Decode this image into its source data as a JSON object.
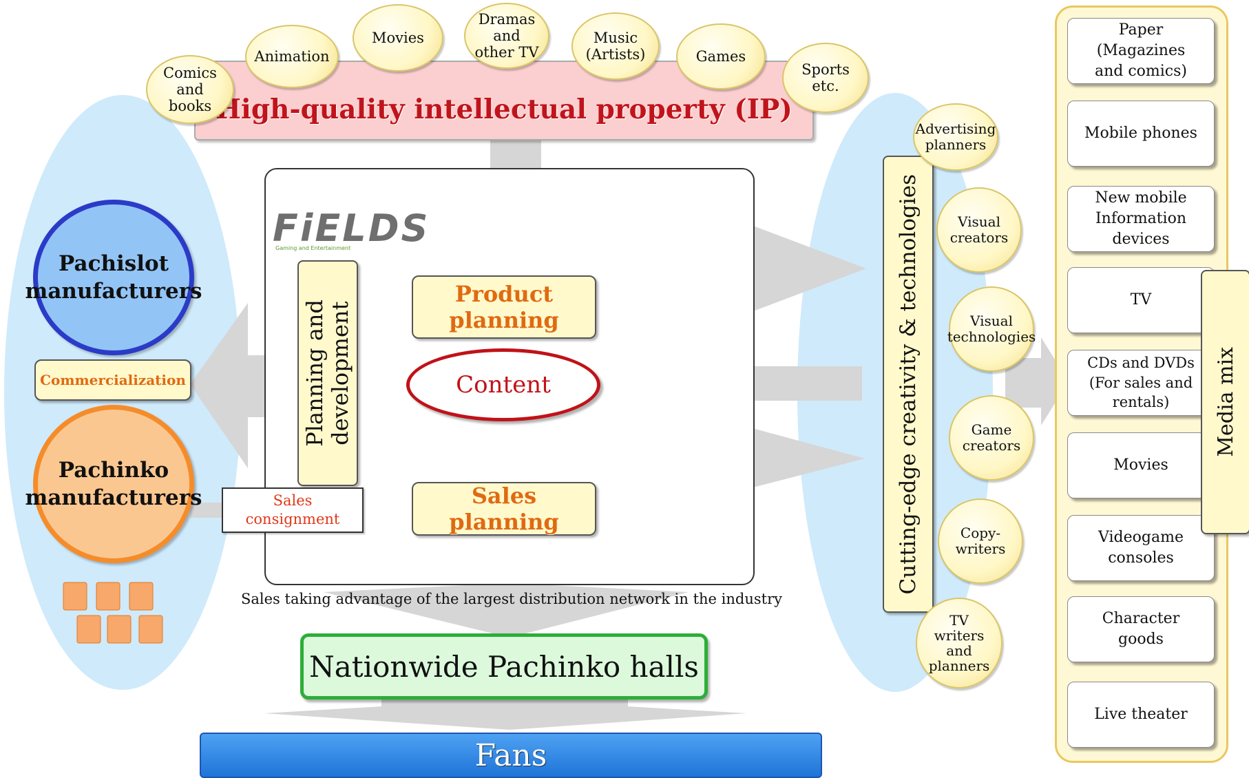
{
  "ip": {
    "title": "High-quality intellectual property (IP)",
    "sources": [
      "Comics\nand\nbooks",
      "Animation",
      "Movies",
      "Dramas\nand\nother TV",
      "Music\n(Artists)",
      "Games",
      "Sports\netc."
    ]
  },
  "fields": {
    "logo": "FiELDS",
    "logo_tagline": "Gaming and Entertainment",
    "planning_development": "Planning and\ndevelopment",
    "product_planning": "Product\nplanning",
    "content": "Content",
    "sales_planning": "Sales planning",
    "sales_consignment": "Sales\nconsignment"
  },
  "manufacturers": {
    "pachislot": "Pachislot\nmanufacturers",
    "commercialization": "Commercialization",
    "pachinko": "Pachinko\nmanufacturers"
  },
  "creators": {
    "title": "Cutting-edge creativity & technologies",
    "items": [
      "Advertising\nplanners",
      "Visual\ncreators",
      "Visual\ntechnologies",
      "Game\ncreators",
      "Copy-\nwriters",
      "TV\nwriters\nand\nplanners"
    ]
  },
  "distribution": {
    "caption": "Sales taking advantage of the largest distribution network in the industry",
    "halls": "Nationwide Pachinko halls",
    "fans": "Fans"
  },
  "media_mix": {
    "title": "Media mix",
    "items": [
      "Paper\n(Magazines\nand comics)",
      "Mobile phones",
      "New mobile\nInformation\ndevices",
      "TV",
      "CDs and DVDs\n(For sales and\nrentals)",
      "Movies",
      "Videogame\nconsoles",
      "Character\ngoods",
      "Live theater"
    ]
  },
  "colors": {
    "ip_bar": "#fbcfcf",
    "ip_title": "#c0141c",
    "ellipse": "#cfeafb",
    "pachislot_circle": "#93c4f6",
    "pachislot_border": "#2a3bc8",
    "pachinko_circle": "#fbc790",
    "pachinko_border": "#f58c2a",
    "content_border": "#c01218",
    "halls_border": "#2cae38",
    "fans": "#2f86e6",
    "arrow": "#d6d6d6"
  }
}
